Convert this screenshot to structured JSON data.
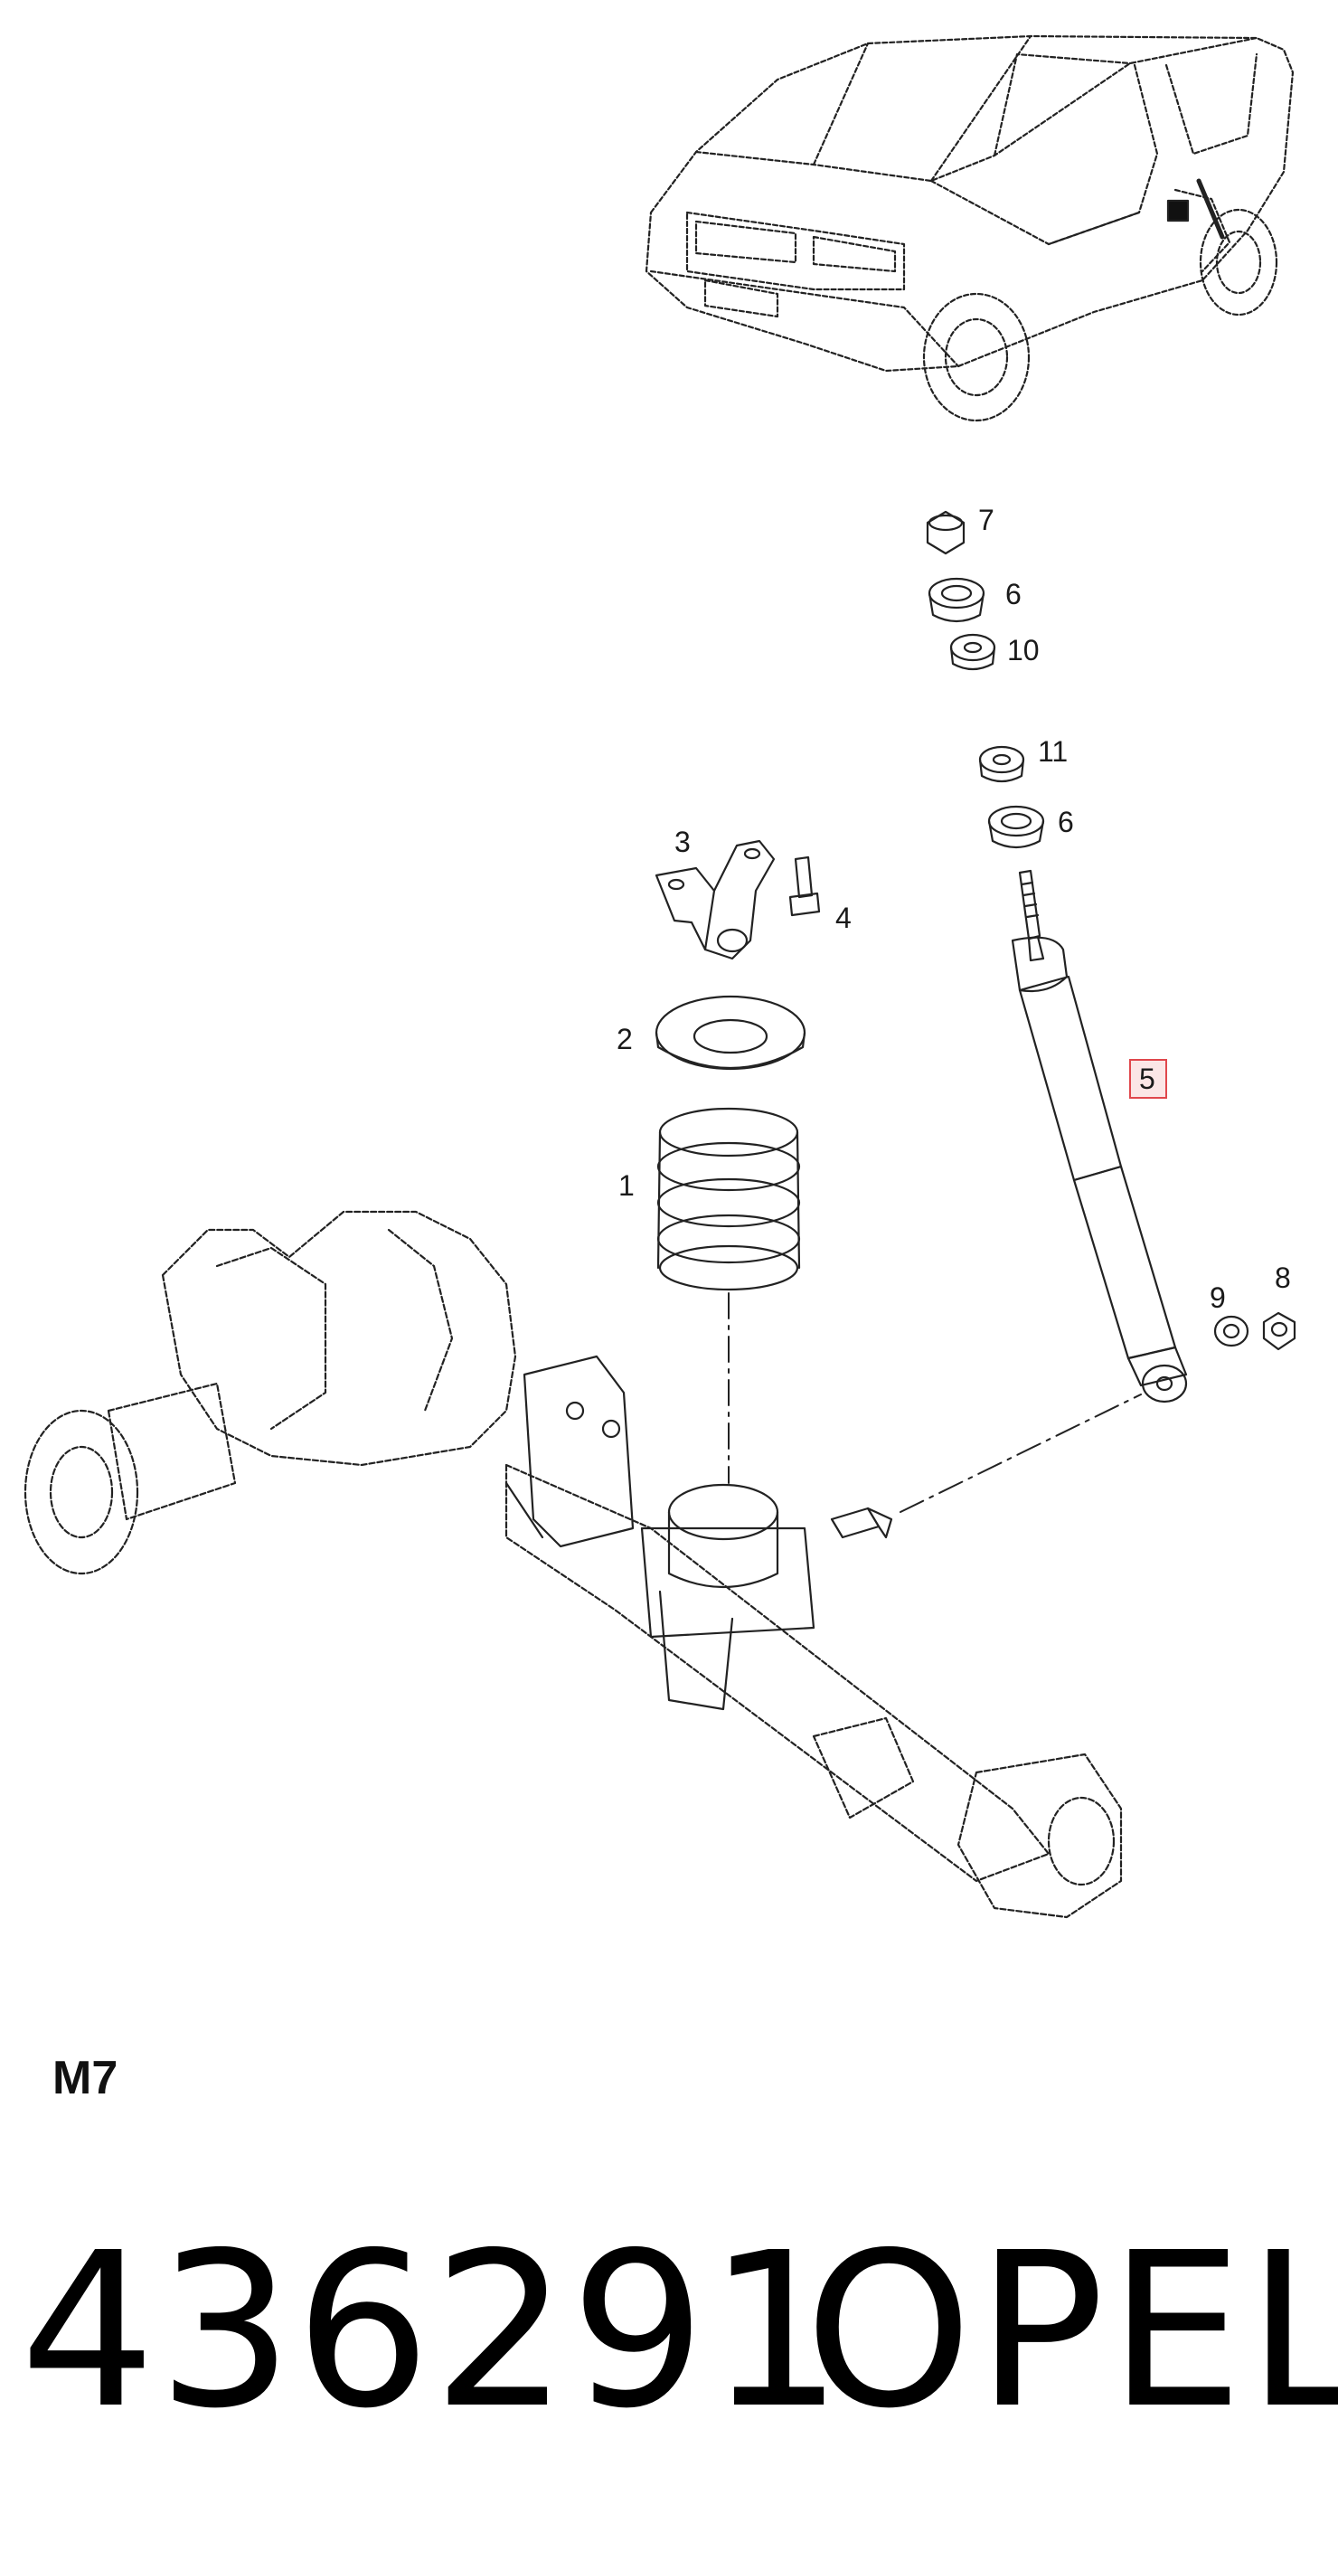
{
  "diagram": {
    "callouts": [
      {
        "id": "1",
        "label": "1"
      },
      {
        "id": "2",
        "label": "2"
      },
      {
        "id": "3",
        "label": "3"
      },
      {
        "id": "4",
        "label": "4"
      },
      {
        "id": "5",
        "label": "5",
        "highlighted": true
      },
      {
        "id": "6a",
        "label": "6"
      },
      {
        "id": "6b",
        "label": "6"
      },
      {
        "id": "7",
        "label": "7"
      },
      {
        "id": "8",
        "label": "8"
      },
      {
        "id": "9",
        "label": "9"
      },
      {
        "id": "10",
        "label": "10"
      },
      {
        "id": "11",
        "label": "11"
      }
    ],
    "highlight_color": "#e0474c",
    "line_color": "#222222"
  },
  "footer": {
    "section_code": "M7",
    "part_number": "436291",
    "brand": "OPEL"
  }
}
